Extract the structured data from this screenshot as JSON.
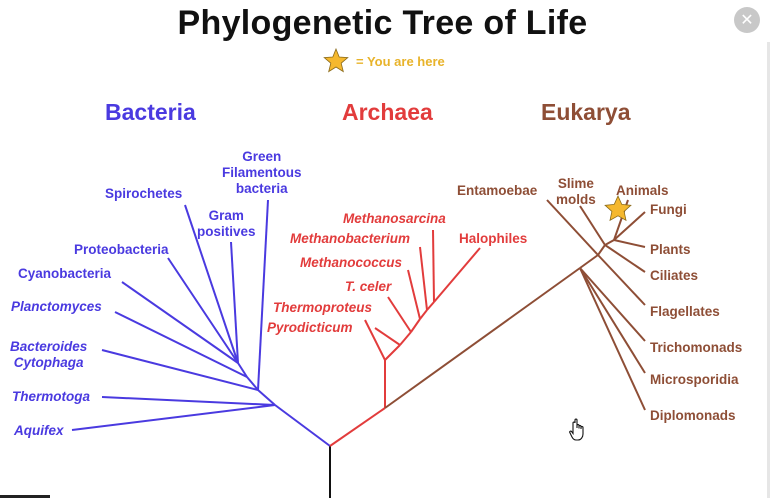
{
  "title": "Phylogenetic Tree of Life",
  "legend": {
    "icon": "star-icon",
    "text": "= You are here"
  },
  "domains": {
    "bacteria": "Bacteria",
    "archaea": "Archaea",
    "eukarya": "Eukarya"
  },
  "bacteria": {
    "green_filamentous": [
      "Green",
      "Filamentous",
      "bacteria"
    ],
    "spirochetes": "Spirochetes",
    "gram_positives": [
      "Gram",
      "positives"
    ],
    "proteobacteria": "Proteobacteria",
    "cyanobacteria": "Cyanobacteria",
    "planctomyces": "Planctomyces",
    "bacteroides": [
      "Bacteroides",
      "Cytophaga"
    ],
    "thermotoga": "Thermotoga",
    "aquifex": "Aquifex"
  },
  "archaea": {
    "methanosarcina": "Methanosarcina",
    "methanobacterium": "Methanobacterium",
    "halophiles": "Halophiles",
    "methanococcus": "Methanococcus",
    "t_celer": "T. celer",
    "thermoproteus": "Thermoproteus",
    "pyrodicticum": "Pyrodicticum"
  },
  "eukarya": {
    "entamoebae": "Entamoebae",
    "slime_molds": [
      "Slime",
      "molds"
    ],
    "animals": "Animals",
    "fungi": "Fungi",
    "plants": "Plants",
    "ciliates": "Ciliates",
    "flagellates": "Flagellates",
    "trichomonads": "Trichomonads",
    "microsporidia": "Microsporidia",
    "diplomonads": "Diplomonads"
  },
  "colors": {
    "bacteria": "#4a3ae0",
    "archaea": "#e23c3c",
    "eukarya": "#8e4e36",
    "root": "#111111",
    "star": "#f5b82e"
  }
}
